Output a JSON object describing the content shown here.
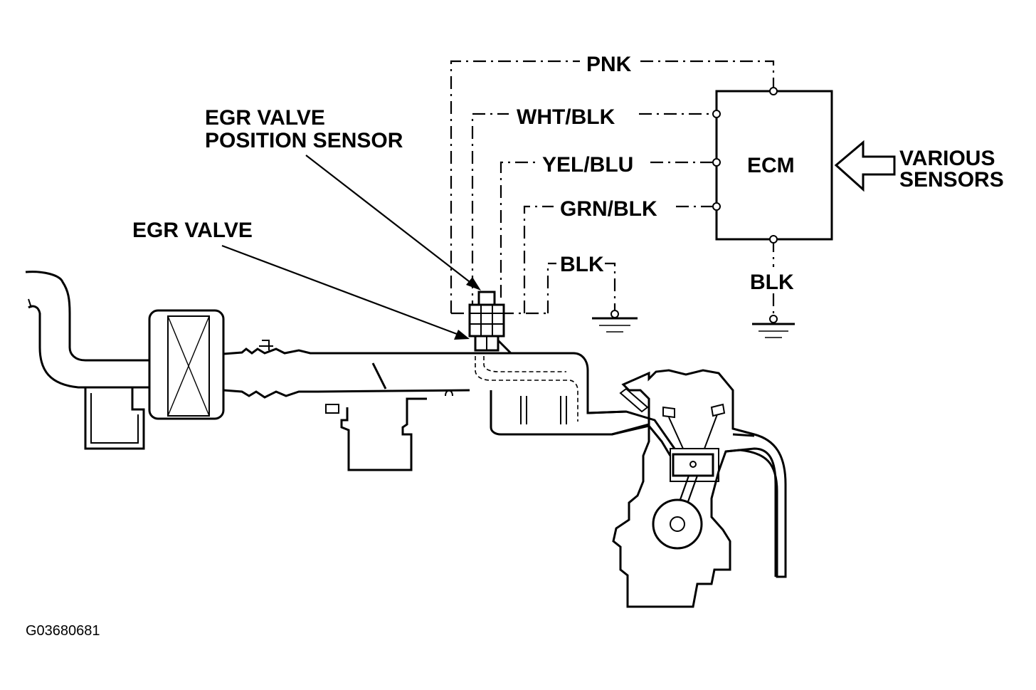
{
  "labels": {
    "egr_valve_position_sensor": [
      "EGR VALVE",
      "POSITION SENSOR"
    ],
    "egr_valve": "EGR VALVE",
    "ecm": "ECM",
    "various_sensors": [
      "VARIOUS",
      "SENSORS"
    ],
    "figure_id": "G03680681"
  },
  "wires": {
    "pnk": "PNK",
    "wht_blk": "WHT/BLK",
    "yel_blu": "YEL/BLU",
    "grn_blk": "GRN/BLK",
    "blk_sensor_ground": "BLK",
    "blk_ecm_ground": "BLK"
  },
  "colors": {
    "line": "#000000",
    "background": "#ffffff"
  }
}
